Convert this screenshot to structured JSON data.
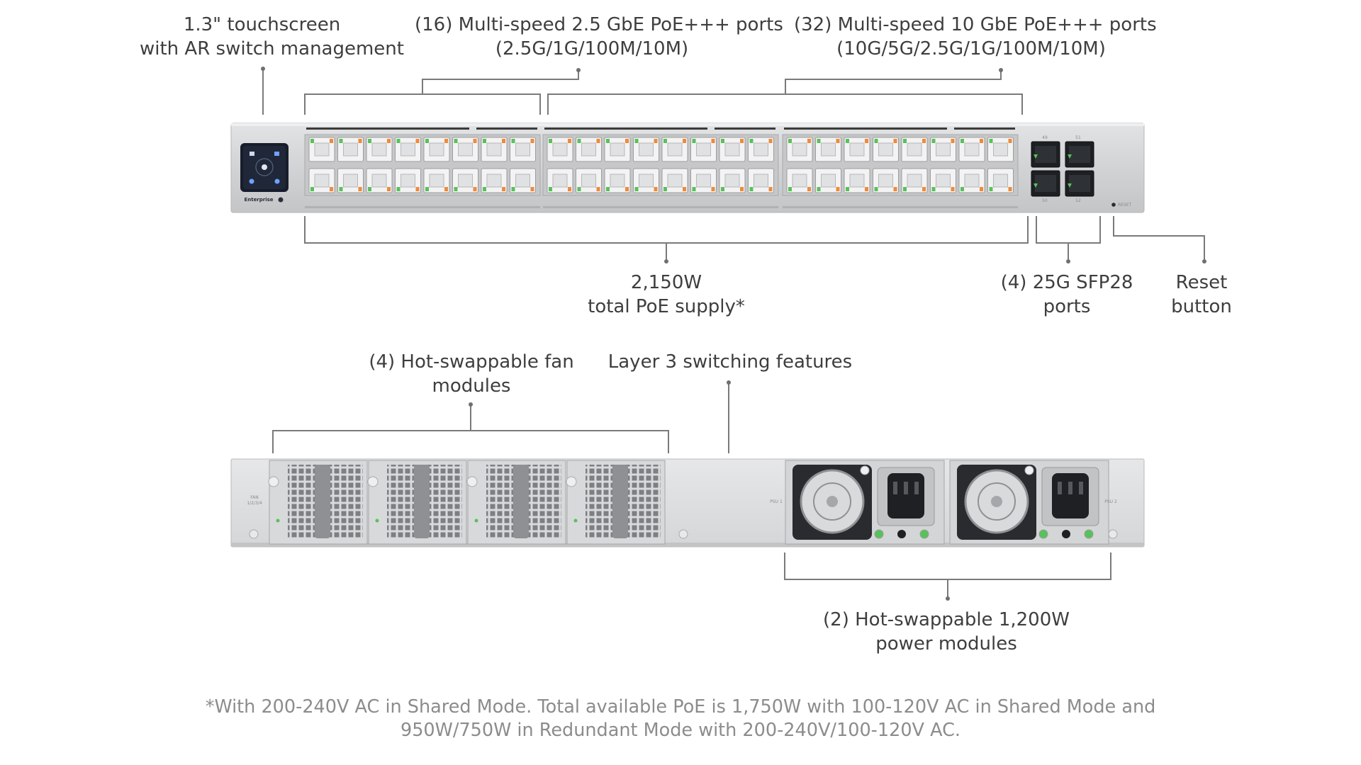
{
  "callouts": {
    "touchscreen": {
      "line1": "1.3\" touchscreen",
      "line2": "with AR switch management"
    },
    "ports_2_5g": {
      "line1": "(16) Multi-speed 2.5 GbE PoE+++ ports",
      "line2": "(2.5G/1G/100M/10M)"
    },
    "ports_10g": {
      "line1": "(32) Multi-speed 10 GbE PoE+++ ports",
      "line2": "(10G/5G/2.5G/1G/100M/10M)"
    },
    "poe_supply": {
      "line1": "2,150W",
      "line2": "total PoE supply*"
    },
    "sfp28": {
      "line1": "(4) 25G SFP28",
      "line2": "ports"
    },
    "reset": {
      "line1": "Reset",
      "line2": "button"
    },
    "fans": {
      "line1": "(4) Hot-swappable fan",
      "line2": "modules"
    },
    "layer3": {
      "line1": "Layer 3 switching features"
    },
    "power": {
      "line1": "(2) Hot-swappable 1,200W",
      "line2": "power modules"
    }
  },
  "device_labels": {
    "brand": "Enterprise",
    "reset": "RESET",
    "fan": "FAN",
    "fan_ids": "1/2/3/4",
    "psu1": "PSU 1",
    "psu2": "PSU 2",
    "sfp_top": [
      "49",
      "51"
    ],
    "sfp_bottom": [
      "50",
      "52"
    ]
  },
  "footnote": {
    "line1": "*With 200-240V AC in Shared Mode. Total available PoE is 1,750W with 100-120V AC in Shared Mode and",
    "line2": "950W/750W in Redundant Mode with 200-240V/100-120V AC."
  },
  "colors": {
    "chassis": "#cfd0d2",
    "chassis_edge": "#b9babc",
    "port_led_green": "#58c15a",
    "port_led_orange": "#f08a3a",
    "bracket_line": "#7a7a7a"
  }
}
